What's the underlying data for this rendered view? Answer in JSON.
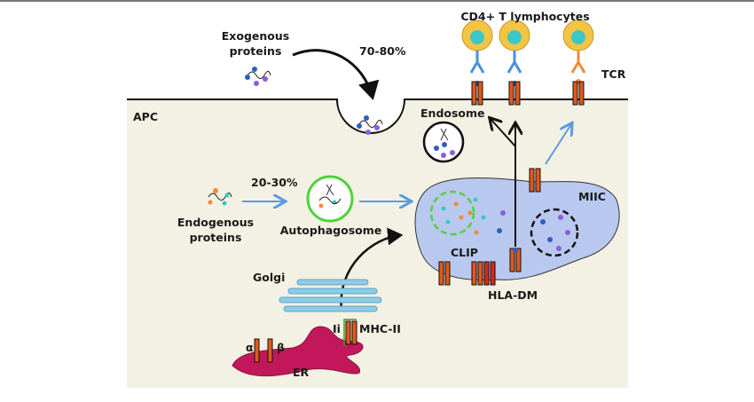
{
  "labels": {
    "exogenous": [
      "Exogenous",
      "proteins"
    ],
    "exo_percent": "70-80%",
    "cd4": "CD4+ T lymphocytes",
    "tcr": "TCR",
    "apc": "APC",
    "endosome": "Endosome",
    "endo_percent": "20-30%",
    "endogenous": [
      "Endogenous",
      "proteins"
    ],
    "autophagosome": "Autophagosome",
    "miic": "MIIC",
    "clip": "CLIP",
    "hla_dm": "HLA-DM",
    "golgi": "Golgi",
    "ii": "Ii",
    "mhc2": "MHC-II",
    "alpha": "α",
    "beta": "β",
    "er": "ER"
  },
  "colors": {
    "cell_bg": "#f3f1e3",
    "mhc_orange": "#e0591c",
    "tcell_body": "#f4c542",
    "nucleus": "#3cc7c7",
    "cd4_receptor": "#4a90d9",
    "tcr_receptor": "#f08a3c",
    "miic_fill": "#b9c8ef",
    "autophagosome_ring": "#4cd43a",
    "er_fill": "#c2185b",
    "golgi_fill": "#8fcbe6",
    "arrow_blue": "#5b9be0"
  }
}
